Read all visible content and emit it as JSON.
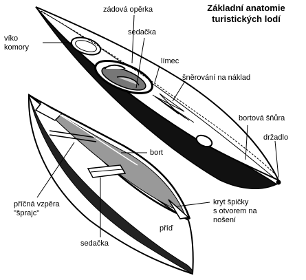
{
  "title": "Základní anatomie\nturistických lodí",
  "labels": {
    "backrest": "zádová opěrka",
    "hatch_cover": "víko\nkomory",
    "seat_kayak": "sedačka",
    "cockpit_rim": "límec",
    "deck_lacing": "šněrování na náklad",
    "deck_line": "bortová šňůra",
    "handle": "držadlo",
    "gunwale": "bort",
    "thwart": "příčná vzpěra\n\"šprajc\"",
    "deck_plate": "kryt špičky\ns otvorem na\nnošení",
    "bow": "příď",
    "seat_canoe": "sedačka"
  }
}
